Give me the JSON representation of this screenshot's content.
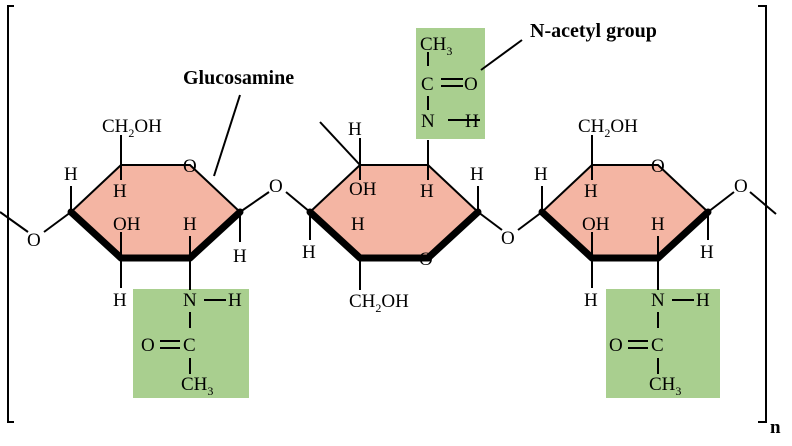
{
  "annotations": {
    "glucosamine": "Glucosamine",
    "n_acetyl_group": "N-acetyl group",
    "repeat_subscript": "n"
  },
  "atoms": {
    "O": "O",
    "H": "H",
    "OH": "OH",
    "N": "N",
    "C": "C",
    "CH2OH_prefix": "CH",
    "CH2OH_sub": "2",
    "CH2OH_suffix": "OH",
    "CH3_prefix": "CH",
    "CH3_sub": "3"
  },
  "colors": {
    "ring_fill": "#f4b5a3",
    "acetyl_box": "#a9cf8f"
  }
}
